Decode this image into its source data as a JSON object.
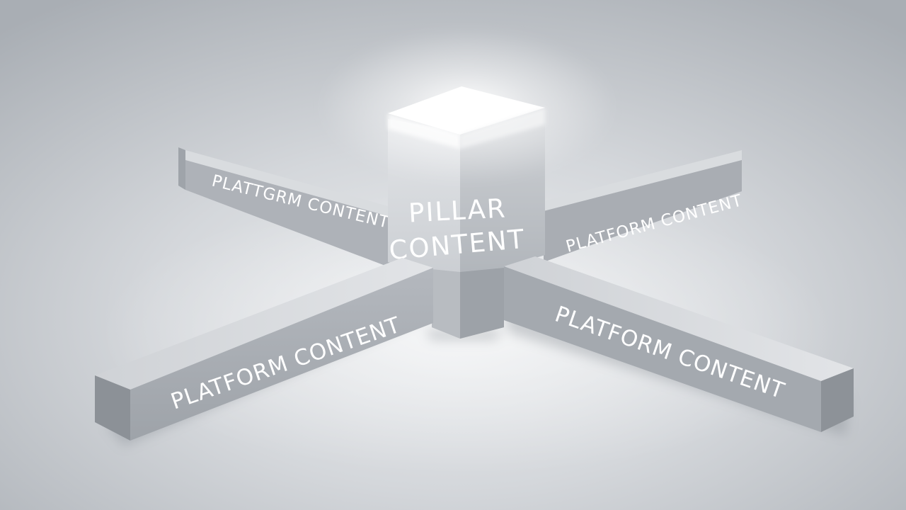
{
  "pillar": {
    "line1": "PILLAR",
    "line2": "CONTENT",
    "glow_color": "#ffffff"
  },
  "arms": {
    "back_left": "PLATTGRM CONTENT",
    "back_right": "PLATFORM CONTENT",
    "front_left": "PLATFORM CONTENT",
    "front_right": "PLATFORM CONTENT"
  },
  "colors": {
    "background": "#c9cdd2",
    "block_side": "#a9adb3",
    "block_top": "#d7dadd"
  }
}
